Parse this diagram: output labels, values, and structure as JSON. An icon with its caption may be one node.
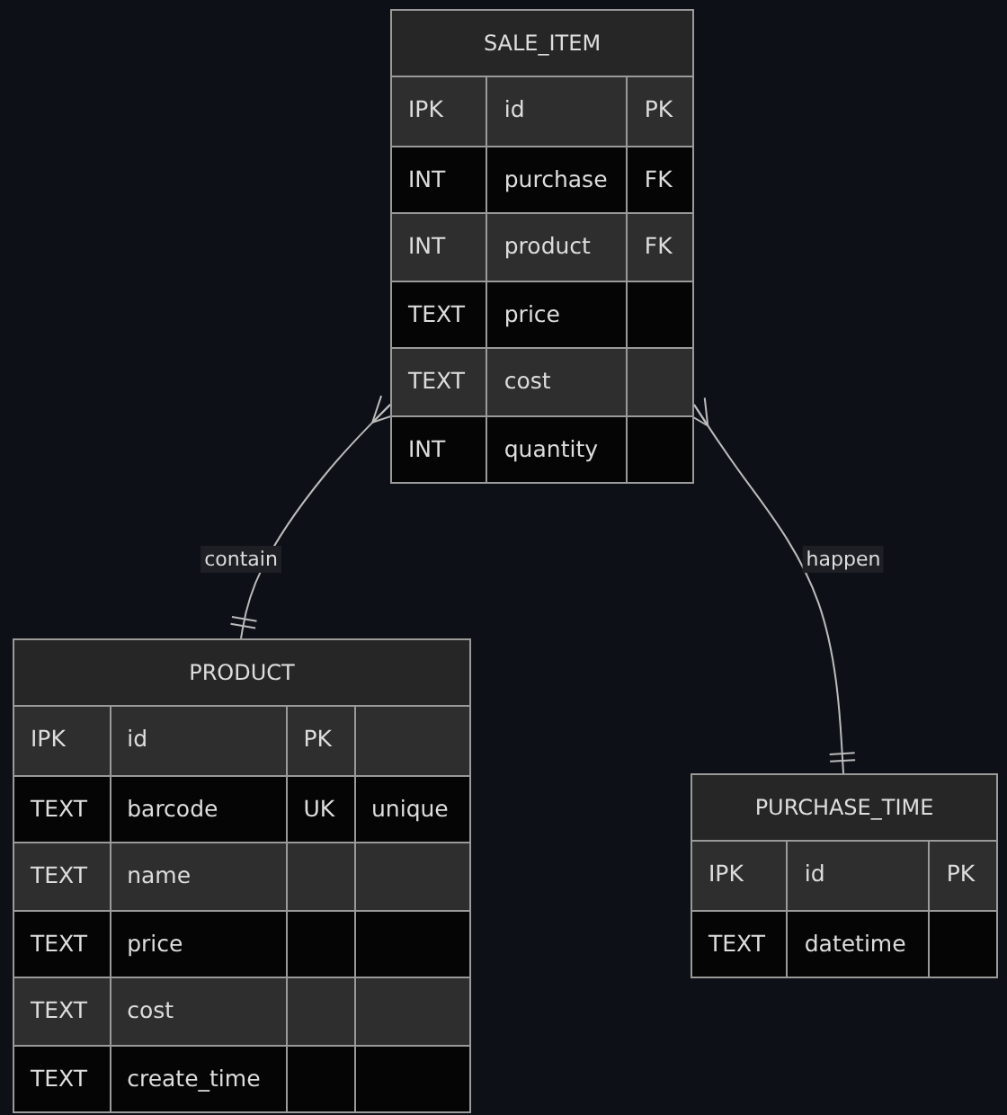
{
  "diagram": {
    "nodes": [
      {
        "text": [
          "SALE_ITEM"
        ]
      },
      {
        "text": [
          "IPK",
          "id",
          "PK"
        ],
        "in": 0
      },
      {
        "text": [
          "INT",
          "purchase",
          "FK"
        ],
        "in": 0
      },
      {
        "text": [
          "INT",
          "product",
          "FK"
        ],
        "in": 0
      },
      {
        "text": [
          "TEXT",
          "price"
        ],
        "in": 0
      },
      {
        "text": [
          "TEXT",
          "cost"
        ],
        "in": 0
      },
      {
        "text": [
          "INT",
          "quantity"
        ],
        "in": 0
      },
      {
        "text": [
          "PRODUCT"
        ]
      },
      {
        "text": [
          "IPK",
          "id",
          "PK"
        ],
        "in": 7
      },
      {
        "text": [
          "TEXT",
          "barcode",
          "UK",
          "unique"
        ],
        "in": 7
      },
      {
        "text": [
          "TEXT",
          "name"
        ],
        "in": 7
      },
      {
        "text": [
          "TEXT",
          "price"
        ],
        "in": 7
      },
      {
        "text": [
          "TEXT",
          "cost"
        ],
        "in": 7
      },
      {
        "text": [
          "TEXT",
          "create_time"
        ],
        "in": 7
      },
      {
        "text": [
          "PURCHASE_TIME"
        ]
      },
      {
        "text": [
          "IPK",
          "id",
          "PK"
        ],
        "in": 14
      },
      {
        "text": [
          "TEXT",
          "datetime"
        ],
        "in": 14
      }
    ],
    "edges": [
      {
        "from": 0,
        "to": 7,
        "arrow": "other",
        "label": "contain"
      },
      {
        "from": 0,
        "to": 14,
        "arrow": "other",
        "label": "happen"
      }
    ]
  }
}
